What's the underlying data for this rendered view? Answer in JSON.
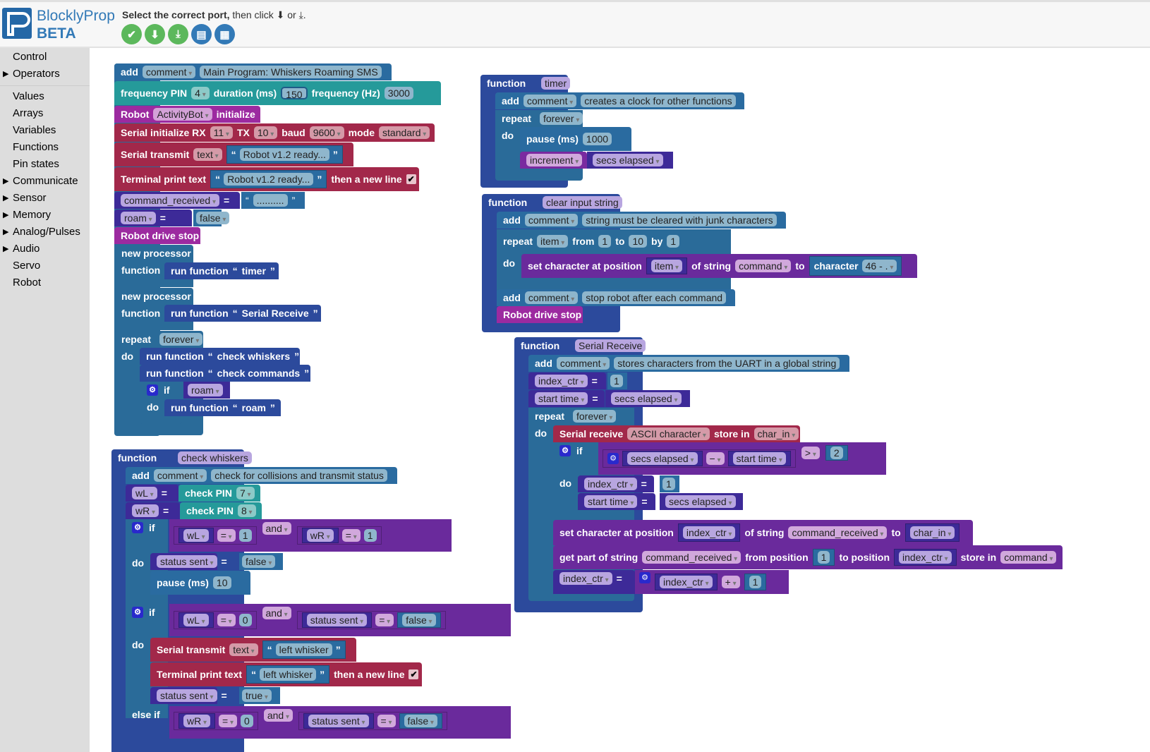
{
  "header": {
    "brand": "BlocklyProp",
    "beta": "BETA",
    "instruction_bold": "Select the correct port,",
    "instruction_rest": " then click ⬇ or ⤓.",
    "buttons": [
      {
        "name": "verify-button",
        "icon": "✔"
      },
      {
        "name": "load-ram-button",
        "icon": "⬇"
      },
      {
        "name": "load-eeprom-button",
        "icon": "⤓"
      },
      {
        "name": "serial-terminal-button",
        "icon": "▤"
      },
      {
        "name": "graph-button",
        "icon": "▦"
      }
    ]
  },
  "sidebar": {
    "items": [
      {
        "label": "Control",
        "arrow": ""
      },
      {
        "label": "Operators",
        "arrow": "▶"
      },
      {
        "label": "Values",
        "arrow": ""
      },
      {
        "label": "Arrays",
        "arrow": ""
      },
      {
        "label": "Variables",
        "arrow": ""
      },
      {
        "label": "Functions",
        "arrow": ""
      },
      {
        "label": "Pin states",
        "arrow": ""
      },
      {
        "label": "Communicate",
        "arrow": "▶"
      },
      {
        "label": "Sensor",
        "arrow": "▶"
      },
      {
        "label": "Memory",
        "arrow": "▶"
      },
      {
        "label": "Analog/Pulses",
        "arrow": "▶"
      },
      {
        "label": "Audio",
        "arrow": "▶"
      },
      {
        "label": "Servo",
        "arrow": ""
      },
      {
        "label": "Robot",
        "arrow": ""
      }
    ]
  },
  "main": {
    "comment": "Main Program: Whiskers Roaming SMS",
    "freq_pin": "4",
    "freq_duration": "150",
    "freq_hz": "3000",
    "robot": "ActivityBot",
    "rx": "11",
    "tx": "10",
    "baud": "9600",
    "mode": "standard",
    "tx_type": "text",
    "tx_text": "Robot v1.2 ready...",
    "term_text": "Robot v1.2 ready...",
    "cmd_var": "command_received",
    "cmd_val": "..........",
    "roam_var": "roam",
    "roam_val": "false",
    "proc1": "timer",
    "proc2": "Serial Receive",
    "repeat": "forever",
    "run1": "check whiskers",
    "run2": "check commands",
    "if_var": "roam",
    "run3": "roam"
  },
  "labels": {
    "add": "add",
    "comment": "comment",
    "frequency_pin": "frequency PIN",
    "duration": "duration (ms)",
    "frequency_hz": "frequency (Hz)",
    "robot": "Robot",
    "initialize": "initialize",
    "serial_init": "Serial initialize RX",
    "tx": "TX",
    "baud": "baud",
    "mode": "mode",
    "serial_transmit": "Serial transmit",
    "terminal_print": "Terminal print text",
    "new_line": "then a new line",
    "eq": "=",
    "drive_stop": "Robot drive stop",
    "new_processor": "new processor",
    "function": "function",
    "run_function": "run function",
    "repeat": "repeat",
    "do": "do",
    "if": "if",
    "else_if": "else if",
    "and": "and",
    "check_pin": "check PIN",
    "pause": "pause (ms)",
    "increment": "increment",
    "from": "from",
    "to": "to",
    "by": "by",
    "set_char": "set character at position",
    "of_string": "of string",
    "character": "character",
    "serial_receive": "Serial receive",
    "store_in": "store in",
    "get_part": "get part of string",
    "from_position": "from position",
    "to_position": "to position",
    "lq": "“",
    "rq": "”",
    "check": "✔"
  },
  "whiskers": {
    "name": "check whiskers",
    "comment": "check for collisions and transmit status",
    "wl": "wL",
    "wr": "wR",
    "pin_l": "7",
    "pin_r": "8",
    "one": "1",
    "zero": "0",
    "status": "status sent",
    "false": "false",
    "true": "true",
    "pause": "10",
    "msg": "left whisker",
    "op_eq": "="
  },
  "timer": {
    "name": "timer",
    "comment": "creates a clock for other functions",
    "pause": "1000",
    "inc": "increment",
    "var": "secs elapsed"
  },
  "clear": {
    "name": "clear input string",
    "comment": "string must be cleared with junk characters",
    "var": "item",
    "from": "1",
    "to": "10",
    "by": "1",
    "string": "command",
    "char": "46 - .",
    "comment2": "stop robot after each command"
  },
  "serial": {
    "name": "Serial Receive",
    "comment": "stores characters from the UART in a global string",
    "idx": "index_ctr",
    "one": "1",
    "start": "start time",
    "secs": "secs elapsed",
    "recv_type": "ASCII character",
    "char_in": "char_in",
    "minus": "−",
    "gt": ">",
    "two": "2",
    "plus": "+",
    "cmd_recv": "command_received",
    "command": "command"
  }
}
